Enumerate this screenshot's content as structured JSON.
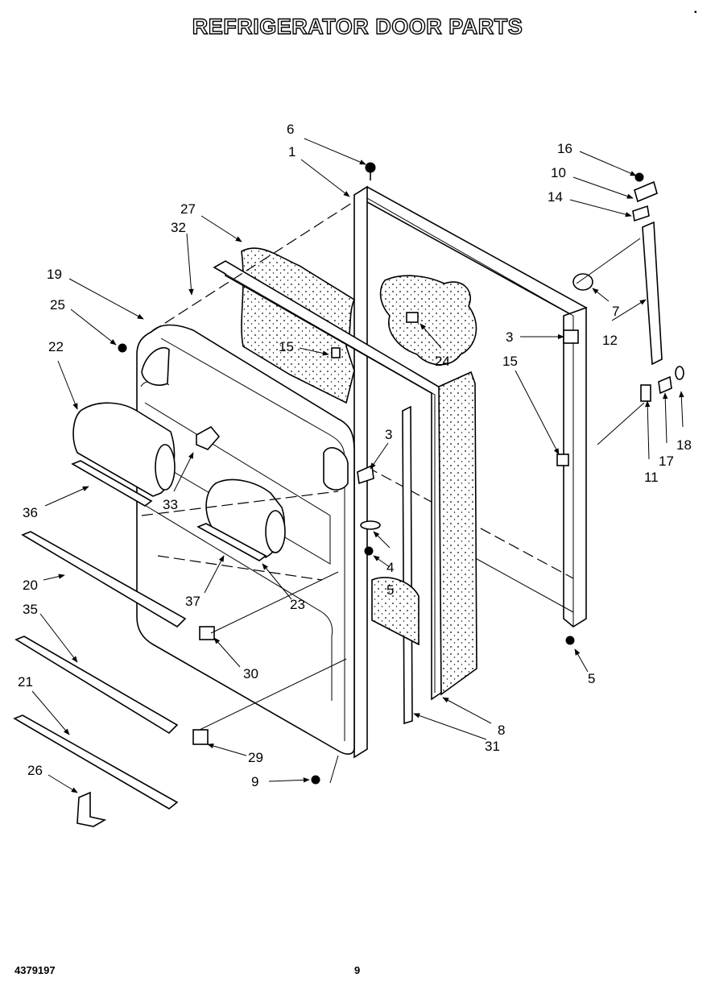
{
  "title": "REFRIGERATOR DOOR PARTS",
  "corner_mark": "▪",
  "footer": {
    "part_number": "4379197",
    "page_number": "9"
  },
  "callouts": {
    "c1": "1",
    "c3a": "3",
    "c3b": "3",
    "c4": "4",
    "c5a": "5",
    "c5b": "5",
    "c6": "6",
    "c7": "7",
    "c8": "8",
    "c9": "9",
    "c10": "10",
    "c11": "11",
    "c12": "12",
    "c14": "14",
    "c15a": "15",
    "c15b": "15",
    "c16": "16",
    "c17": "17",
    "c18": "18",
    "c19": "19",
    "c20": "20",
    "c21": "21",
    "c22": "22",
    "c23": "23",
    "c24": "24",
    "c25": "25",
    "c26": "26",
    "c27": "27",
    "c29": "29",
    "c30": "30",
    "c31": "31",
    "c32": "32",
    "c33": "33",
    "c35": "35",
    "c36": "36",
    "c37": "37"
  }
}
